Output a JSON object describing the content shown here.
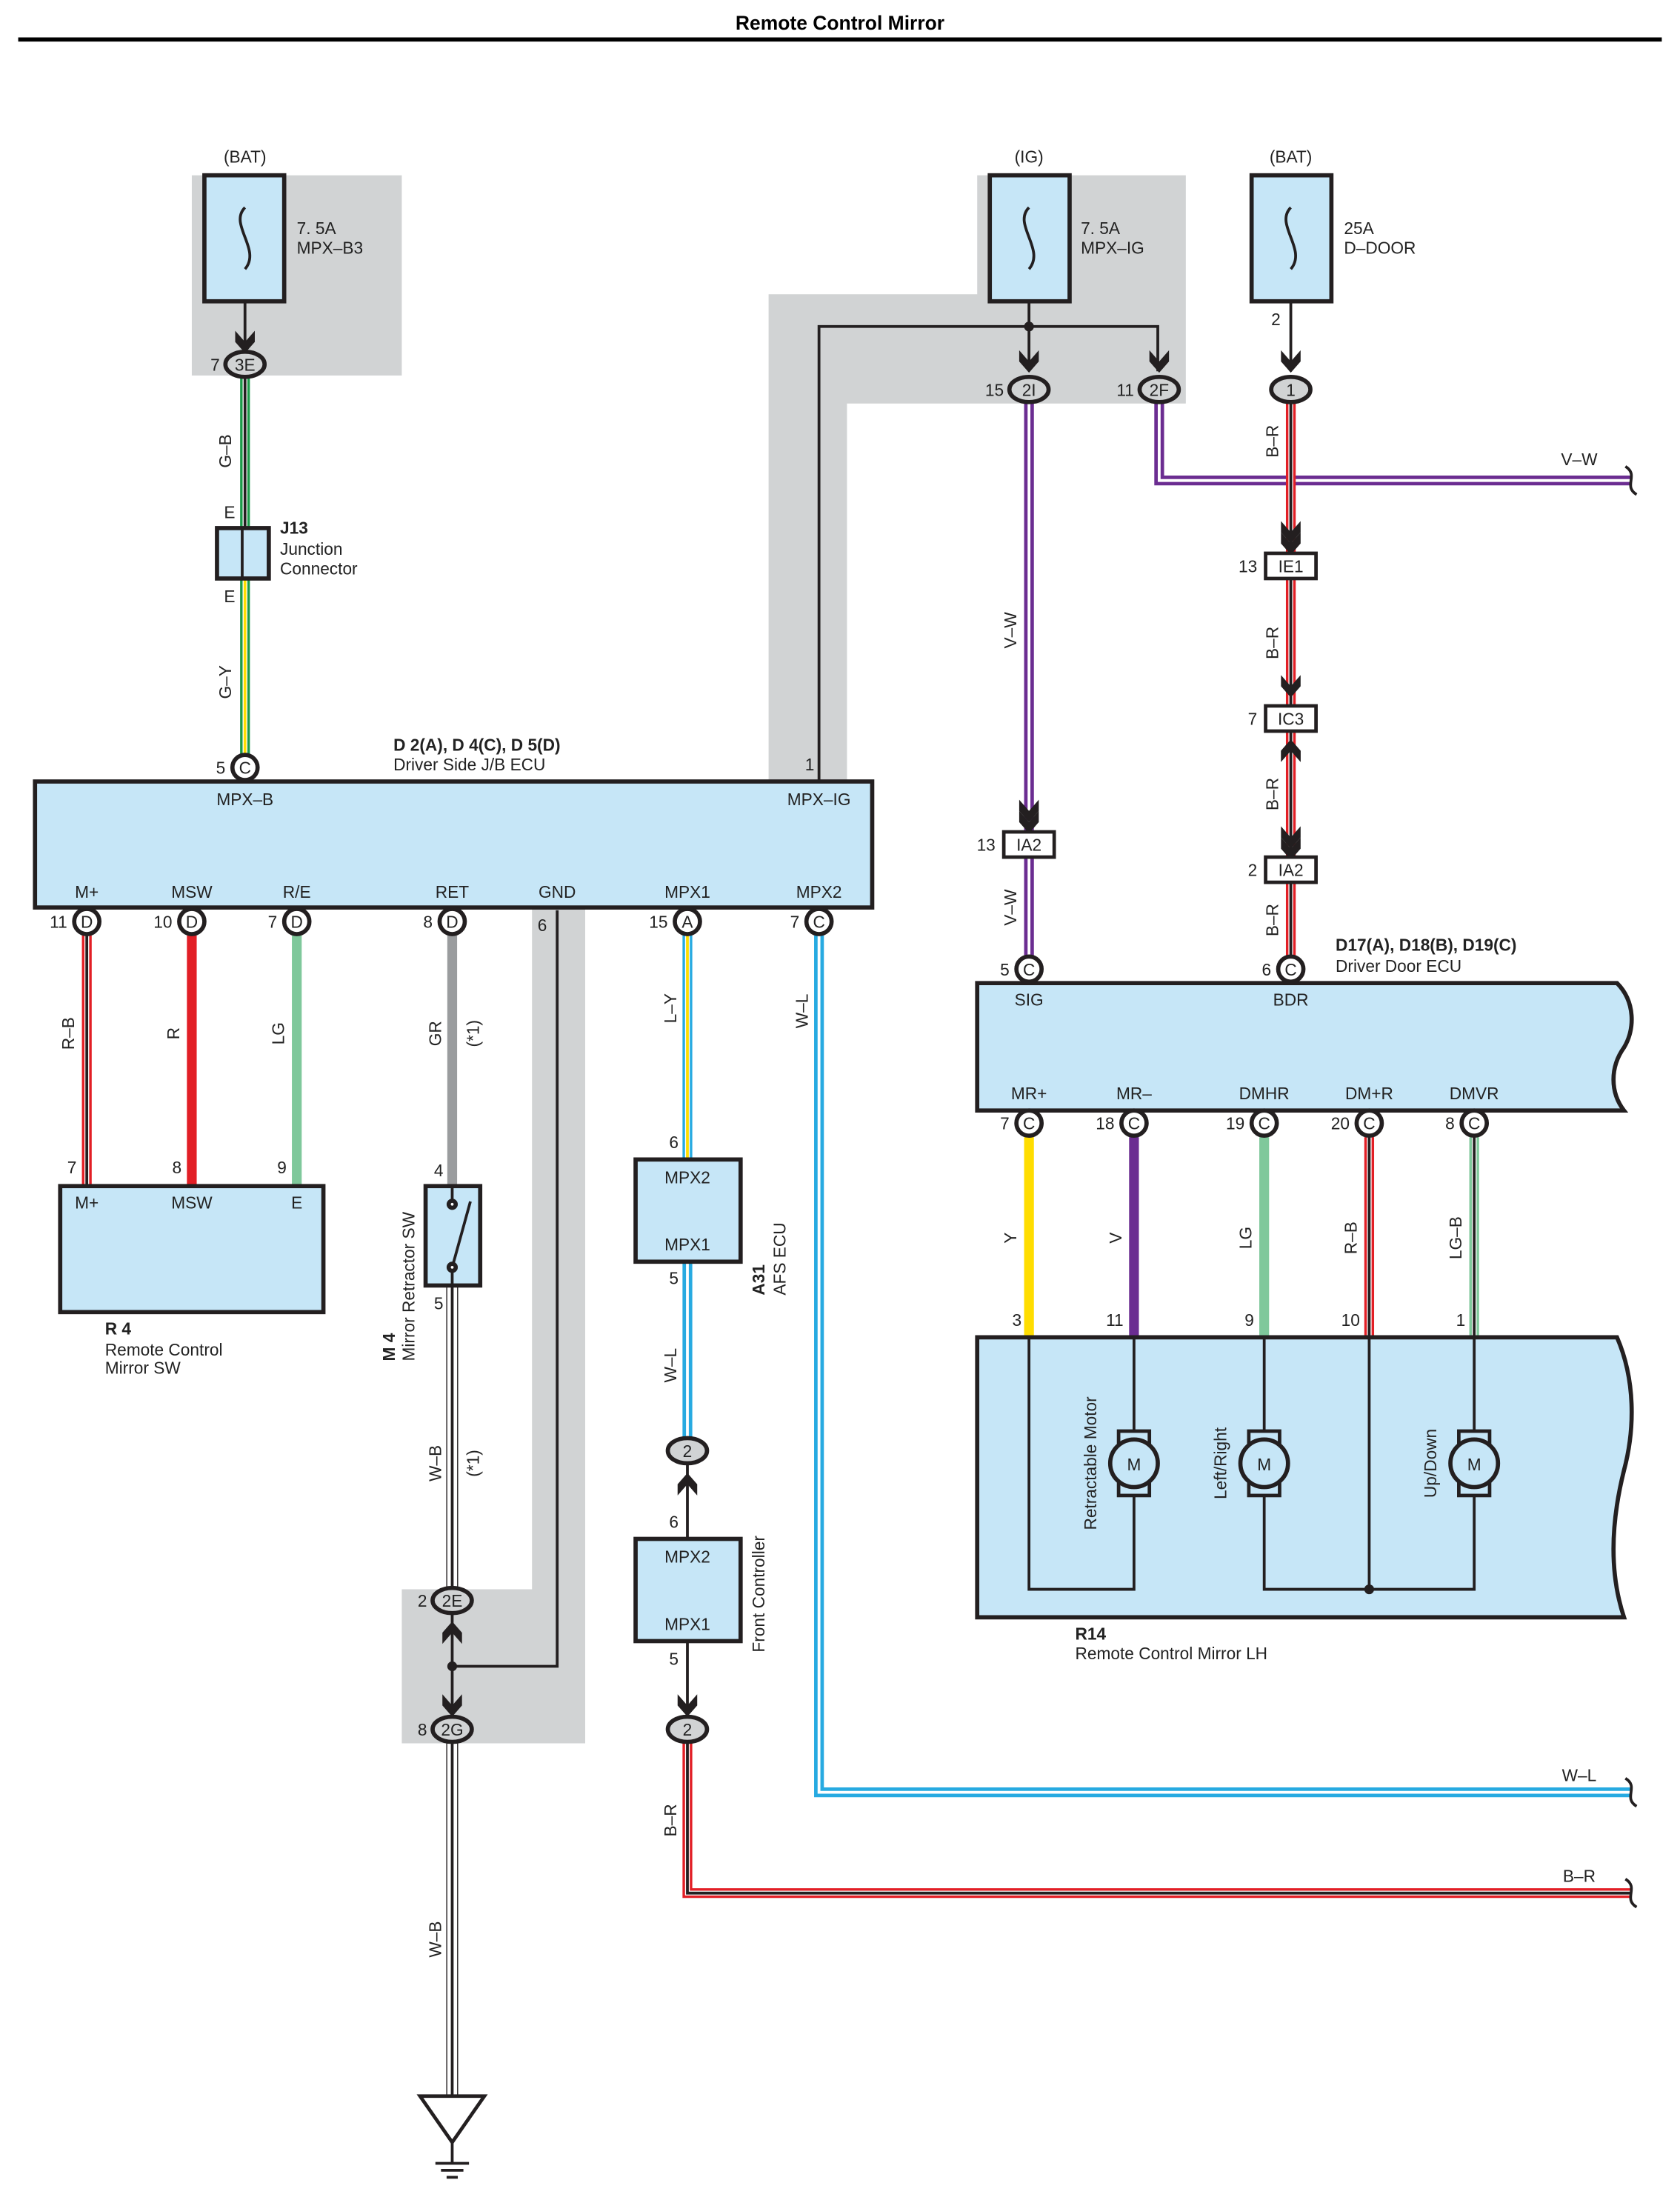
{
  "title": "Remote Control Mirror",
  "wire_colors": {
    "G": "#1c9a4a",
    "Y": "#ffdd00",
    "V": "#6b2d91",
    "W": "#ffffff",
    "B": "#231f20",
    "R": "#e21f26",
    "LG": "#7fc89b",
    "GR": "#9a9c9e",
    "L": "#27aae1"
  },
  "fuses": [
    {
      "source": "(BAT)",
      "amp": "7. 5A",
      "name": "MPX–B3"
    },
    {
      "source": "(IG)",
      "amp": "7. 5A",
      "name": "MPX–IG"
    },
    {
      "source": "(BAT)",
      "amp": "25A",
      "name": "D–DOOR"
    }
  ],
  "junction": {
    "id": "J13",
    "line1": "Junction",
    "line2": "Connector",
    "pin_top": "E",
    "pin_bottom": "E"
  },
  "jb_ecu": {
    "id": "D 2(A), D 4(C), D 5(D)",
    "name": "Driver Side J/B ECU",
    "top_terminals": [
      "MPX–B",
      "MPX–IG"
    ],
    "bottom_terminals": [
      "M+",
      "MSW",
      "R/E",
      "RET",
      "GND",
      "MPX1",
      "MPX2"
    ]
  },
  "door_ecu": {
    "id": "D17(A), D18(B), D19(C)",
    "name": "Driver Door ECU",
    "top_terminals": [
      "SIG",
      "BDR"
    ],
    "bottom_terminals": [
      "MR+",
      "MR–",
      "DMHR",
      "DM+R",
      "DMVR"
    ]
  },
  "mirror_sw": {
    "id": "R 4",
    "line1": "Remote Control",
    "line2": "Mirror SW",
    "terminals": [
      "M+",
      "MSW",
      "E"
    ],
    "pins": [
      "7",
      "8",
      "9"
    ]
  },
  "retractor_sw": {
    "id": "M 4",
    "name": "Mirror Retractor SW",
    "pins": [
      "4",
      "5"
    ]
  },
  "afs_ecu": {
    "id": "A31",
    "name": "AFS ECU",
    "terminals": [
      "MPX2",
      "MPX1"
    ],
    "pins": [
      "6",
      "5"
    ]
  },
  "front_controller": {
    "name": "Front Controller",
    "terminals": [
      "MPX2",
      "MPX1"
    ],
    "pins": [
      "6",
      "5"
    ]
  },
  "mirror_lh": {
    "id": "R14",
    "name": "Remote Control Mirror LH",
    "motors": [
      "Retractable Motor",
      "Left/Right",
      "Up/Down"
    ],
    "motor_symbol": "M",
    "pins": [
      "3",
      "11",
      "9",
      "10",
      "1"
    ]
  },
  "connectors": {
    "c3E": {
      "code": "3E",
      "pin": "7"
    },
    "c2I": {
      "code": "2I",
      "pin": "15"
    },
    "c2F": {
      "code": "2F",
      "pin": "11"
    },
    "c1": {
      "code": "1",
      "pin": "2"
    },
    "IE1": {
      "code": "IE1",
      "pin": "13"
    },
    "IC3": {
      "code": "IC3",
      "pin": "7"
    },
    "IA2a": {
      "code": "IA2",
      "pin": "13"
    },
    "IA2b": {
      "code": "IA2",
      "pin": "2"
    },
    "c2E": {
      "code": "2E",
      "pin": "2"
    },
    "c2G": {
      "code": "2G",
      "pin": "8"
    },
    "c2a": {
      "code": "2"
    },
    "c2b": {
      "code": "2"
    },
    "jb_mpxb": {
      "code": "C",
      "pin": "5"
    },
    "jb_mpxig_pin": "1",
    "jb_bottom": [
      {
        "code": "D",
        "pin": "11"
      },
      {
        "code": "D",
        "pin": "10"
      },
      {
        "code": "D",
        "pin": "7"
      },
      {
        "code": "D",
        "pin": "8"
      },
      {
        "pin": "6"
      },
      {
        "code": "A",
        "pin": "15"
      },
      {
        "code": "C",
        "pin": "7"
      }
    ],
    "door_top": [
      {
        "code": "C",
        "pin": "5"
      },
      {
        "code": "C",
        "pin": "6"
      }
    ],
    "door_bottom": [
      {
        "code": "C",
        "pin": "7"
      },
      {
        "code": "C",
        "pin": "18"
      },
      {
        "code": "C",
        "pin": "19"
      },
      {
        "code": "C",
        "pin": "20"
      },
      {
        "code": "C",
        "pin": "8"
      }
    ]
  },
  "wire_labels": {
    "gb": "G–B",
    "gy": "G–Y",
    "vw1": "V–W",
    "vw2": "V–W",
    "vw3": "V–W",
    "br1": "B–R",
    "br2": "B–R",
    "br3": "B–R",
    "br4": "B–R",
    "br5": "B–R",
    "rb": "R–B",
    "r": "R",
    "lg": "LG",
    "gr": "GR",
    "star1": "(*1)",
    "star2": "(*1)",
    "wb1": "W–B",
    "wb2": "W–B",
    "ly": "L–Y",
    "wl1": "W–L",
    "wl2": "W–L",
    "wl3": "W–L",
    "y": "Y",
    "v": "V",
    "lg2": "LG",
    "rb2": "R–B",
    "lgb": "LG–B"
  }
}
